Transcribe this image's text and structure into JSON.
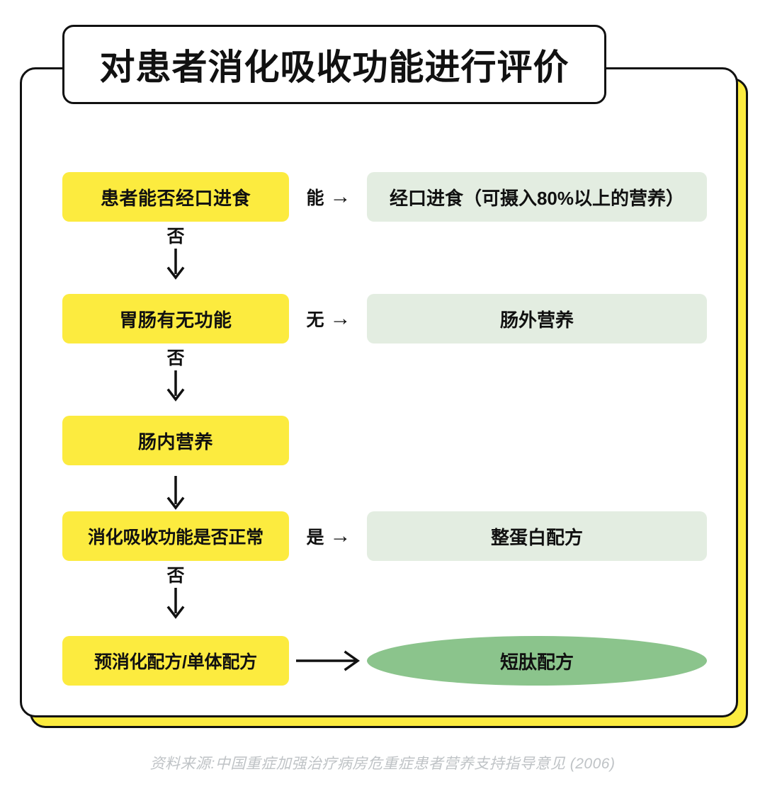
{
  "title": "对患者消化吸收功能进行评价",
  "colors": {
    "yellow": "#FCEB3F",
    "light_green": "#E3EDE1",
    "ellipse_green": "#8BC48C",
    "outline": "#111111",
    "footer_gray": "#BFC3C6"
  },
  "flow": {
    "rows": [
      {
        "left_label": "患者能否经口进食",
        "branch_label": "能",
        "branch_arrow": "→",
        "right_label": "经口进食（可摄入80%以上的营养）",
        "right_shape": "rounded-rect"
      },
      {
        "left_label": "胃肠有无功能",
        "branch_label": "无",
        "branch_arrow": "→",
        "right_label": "肠外营养",
        "right_shape": "rounded-rect"
      },
      {
        "left_label": "肠内营养",
        "branch_label": "",
        "branch_arrow": "",
        "right_label": "",
        "right_shape": "none"
      },
      {
        "left_label": "消化吸收功能是否正常",
        "branch_label": "是",
        "branch_arrow": "→",
        "right_label": "整蛋白配方",
        "right_shape": "rounded-rect"
      },
      {
        "left_label": "预消化配方/单体配方",
        "branch_label": "",
        "branch_arrow": "⟶",
        "right_label": "短肽配方",
        "right_shape": "ellipse"
      }
    ],
    "connectors": [
      {
        "label": "否",
        "arrow": "↓"
      },
      {
        "label": "否",
        "arrow": "↓"
      },
      {
        "label": "",
        "arrow": "↓"
      },
      {
        "label": "否",
        "arrow": "↓"
      }
    ]
  },
  "footer": "资料来源:中国重症加强治疗病房危重症患者营养支持指导意见 (2006)"
}
